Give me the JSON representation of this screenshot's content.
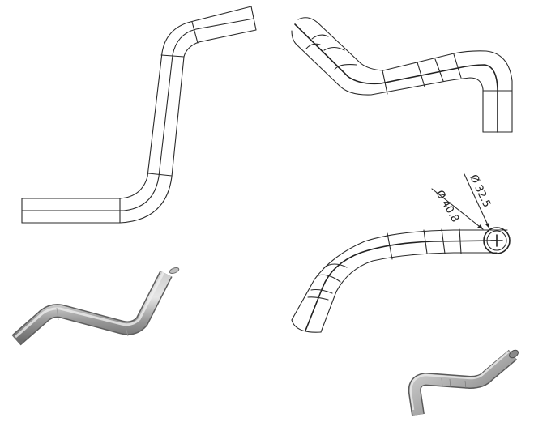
{
  "figure": {
    "description": "Bent pipe/tube line drawings (CAD views) and shaded 3D renderings",
    "views": [
      {
        "id": "view-top-left",
        "type": "line-drawing",
        "label": "Z-shaped tube elevation"
      },
      {
        "id": "view-top-right",
        "type": "line-drawing",
        "label": "S-shaped tube with segment lines"
      },
      {
        "id": "view-mid-right",
        "type": "line-drawing",
        "label": "Tube end view with diameter callouts"
      },
      {
        "id": "view-bottom-left",
        "type": "shaded-render",
        "label": "3D tube render"
      },
      {
        "id": "view-bottom-right",
        "type": "shaded-render",
        "label": "3D tube render (small)"
      }
    ],
    "dimensions": {
      "outer_diameter": {
        "symbol": "Ø",
        "value": "40.8"
      },
      "inner_diameter": {
        "symbol": "Ø",
        "value": "32.5"
      }
    },
    "colors": {
      "line": "#2a2a2a",
      "background": "#ffffff",
      "shade_dark": "#7a7a7a",
      "shade_light": "#d8d8d8"
    }
  }
}
